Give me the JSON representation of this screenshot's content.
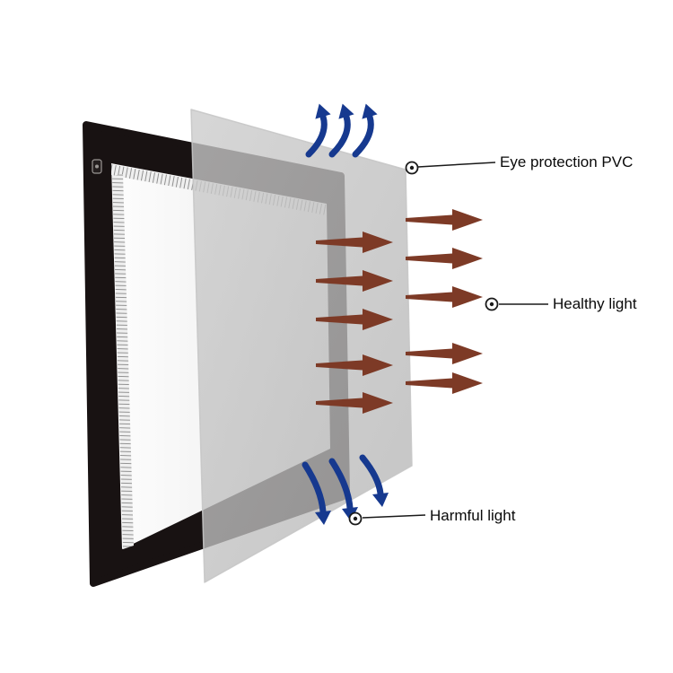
{
  "labels": {
    "eye_protection": "Eye protection PVC",
    "healthy_light": "Healthy light",
    "harmful_light": "Harmful light"
  },
  "colors": {
    "healthy_arrow": "#7d3a26",
    "airflow_arrow": "#16398f",
    "pvc_sheet": "#c2c2c2",
    "pad_frame": "#181212",
    "screen": "#fafafa",
    "leader_line": "#1a1a1a",
    "label_text": "#0a0a0a",
    "background": "#ffffff"
  }
}
